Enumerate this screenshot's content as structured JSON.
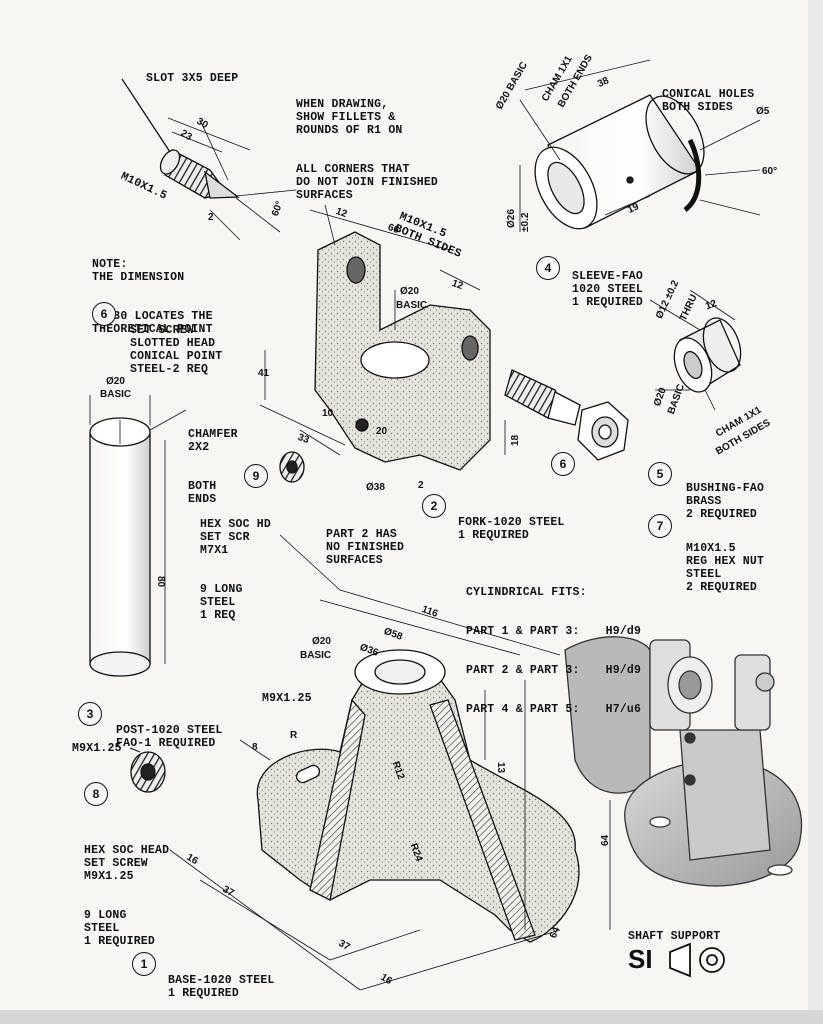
{
  "notes": {
    "slot": "SLOT 3X5 DEEP",
    "drawing_note": [
      "WHEN DRAWING,",
      "SHOW FILLETS &",
      "ROUNDS OF R1 ON",
      "ALL CORNERS THAT",
      "DO NOT JOIN FINISHED",
      "SURFACES"
    ],
    "conical_holes": [
      "CONICAL HOLES",
      "BOTH SIDES"
    ],
    "theoretical_point": [
      "NOTE:",
      "THE DIMENSION",
      "OF 30 LOCATES THE",
      "THEORETICAL POINT"
    ],
    "fork_threads": [
      "M10X1.5",
      "BOTH SIDES"
    ],
    "chamfer_post": [
      "CHAMFER",
      "2X2",
      "BOTH",
      "ENDS"
    ],
    "part2_note": [
      "PART 2 HAS",
      "NO FINISHED",
      "SURFACES"
    ],
    "cylindrical_fits": {
      "title": "CYLINDRICAL FITS:",
      "rows": [
        {
          "parts": "PART 1 & PART 3:",
          "fit": "H9/d9"
        },
        {
          "parts": "PART 2 & PART 3:",
          "fit": "H9/d9"
        },
        {
          "parts": "PART 4 & PART 5:",
          "fit": "H7/u6"
        }
      ]
    },
    "shaft_support": "SHAFT SUPPORT",
    "si": "SI"
  },
  "parts": [
    {
      "num": "1",
      "lines": [
        "BASE-1020 STEEL",
        "1 REQUIRED"
      ]
    },
    {
      "num": "2",
      "lines": [
        "FORK-1020 STEEL",
        "1 REQUIRED"
      ]
    },
    {
      "num": "3",
      "lines": [
        "POST-1020 STEEL",
        "FAO-1 REQUIRED"
      ]
    },
    {
      "num": "4",
      "lines": [
        "SLEEVE-FAO",
        "1020 STEEL",
        "1 REQUIRED"
      ]
    },
    {
      "num": "5",
      "lines": [
        "BUSHING-FAO",
        "BRASS",
        "2 REQUIRED"
      ]
    },
    {
      "num": "6",
      "lines": [
        "SET SCREW",
        "SLOTTED HEAD",
        "CONICAL POINT",
        "STEEL-2 REQ"
      ]
    },
    {
      "num": "7",
      "lines": [
        "M10X1.5",
        "REG HEX NUT",
        "STEEL",
        "2 REQUIRED"
      ]
    },
    {
      "num": "8",
      "lines": [
        "HEX SOC HEAD",
        "SET SCREW",
        "M9X1.25",
        "9 LONG",
        "STEEL",
        "1 REQUIRED"
      ]
    },
    {
      "num": "9",
      "lines": [
        "HEX SOC HD",
        "SET SCR",
        "M7X1",
        "9 LONG",
        "STEEL",
        "1 REQ"
      ]
    }
  ],
  "dims": {
    "screw_30": "30",
    "screw_23": "23",
    "screw_thread": "M10X1.5",
    "screw_2": "2",
    "screw_60": "60°",
    "sleeve_d20": "Ø20 BASIC",
    "sleeve_cham": "CHAM 1X1",
    "sleeve_both": "BOTH ENDS",
    "sleeve_38": "38",
    "sleeve_d26": "Ø26",
    "sleeve_tol": "±0.2",
    "sleeve_19": "19",
    "sleeve_d5": "Ø5",
    "sleeve_60": "60°",
    "fork_12a": "12",
    "fork_66": "66",
    "fork_12b": "12",
    "fork_d20": "Ø20",
    "fork_basic": "BASIC",
    "fork_41": "41",
    "fork_10": "10",
    "fork_20": "20",
    "fork_33": "33",
    "fork_18": "18",
    "fork_d38": "Ø38",
    "fork_2": "2",
    "bush_d12": "Ø12 ±0.2",
    "bush_thru": "THRU",
    "bush_12": "12",
    "bush_d20": "Ø20",
    "bush_basic": "BASIC",
    "bush_cham": "CHAM 1X1",
    "bush_both": "BOTH SIDES",
    "post_d20": "Ø20",
    "post_basic": "BASIC",
    "post_80": "80",
    "base_116": "116",
    "base_d58": "Ø58",
    "base_d36": "Ø36",
    "base_d20": "Ø20",
    "base_basic": "BASIC",
    "base_m9": "M9X1.25",
    "base_8": "8",
    "base_r": "R",
    "base_13": "13",
    "base_r12": "R12",
    "base_r24": "R24",
    "base_16a": "16",
    "base_37a": "37",
    "base_37b": "37",
    "base_16b": "16",
    "base_64a": "64",
    "base_64b": "64",
    "screw8_thread": "M9X1.25"
  }
}
